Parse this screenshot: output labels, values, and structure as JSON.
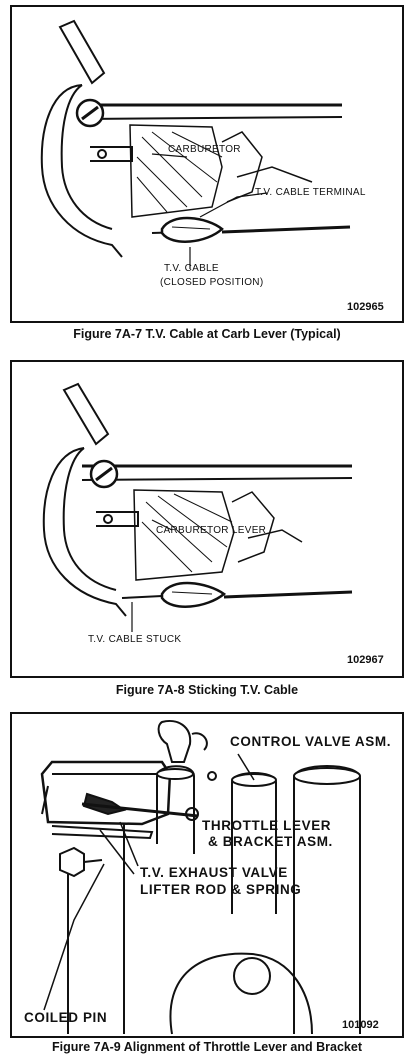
{
  "figures": [
    {
      "caption": "Figure 7A-7 T.V. Cable at Carb Lever (Typical)",
      "id_number": "102965",
      "labels": {
        "carburetor": "CARBURETOR",
        "terminal": "T.V. CABLE TERMINAL",
        "cable": "T.V. CABLE",
        "closed": "(CLOSED POSITION)"
      }
    },
    {
      "caption": "Figure 7A-8 Sticking T.V. Cable",
      "id_number": "102967",
      "labels": {
        "lever": "CARBURETOR LEVER",
        "stuck": "T.V. CABLE STUCK"
      }
    },
    {
      "caption": "Figure 7A-9 Alignment of Throttle Lever and Bracket",
      "id_number": "101092",
      "labels": {
        "control_valve": "CONTROL VALVE ASM.",
        "throttle_1": "THROTTLE LEVER",
        "throttle_2": "& BRACKET ASM.",
        "exhaust_1": "T.V. EXHAUST VALVE",
        "exhaust_2": "LIFTER ROD & SPRING",
        "coiled_pin": "COILED PIN"
      }
    }
  ]
}
